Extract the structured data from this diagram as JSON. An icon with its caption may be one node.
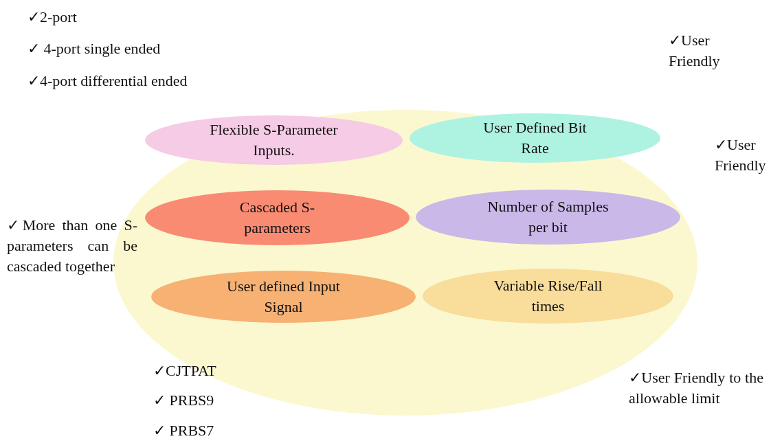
{
  "diagram": {
    "nodes": [
      {
        "text": [],
        "shape": "circle"
      },
      {
        "text": [
          "Flexible S-Parameter Inputs."
        ],
        "in": 0
      },
      {
        "text": [
          "User Defined Bit Rate"
        ],
        "in": 0
      },
      {
        "text": [
          "Cascaded S-parameters"
        ],
        "in": 0
      },
      {
        "text": [
          "Number of Samples per bit"
        ],
        "in": 0
      },
      {
        "text": [
          "User defined Input Signal"
        ],
        "in": 0
      },
      {
        "text": [
          "Variable Rise/Fall times"
        ],
        "in": 0
      }
    ],
    "labels": [
      "✓2-port",
      "✓ 4-port single ended",
      "✓4-port differential ended",
      "✓User Friendly",
      "✓User Friendly",
      "✓More than one S-parameters can be cascaded together",
      "✓CJTPAT",
      "✓ PRBS9",
      "✓ PRBS7",
      "✓User Friendly to the allowable limit"
    ]
  }
}
